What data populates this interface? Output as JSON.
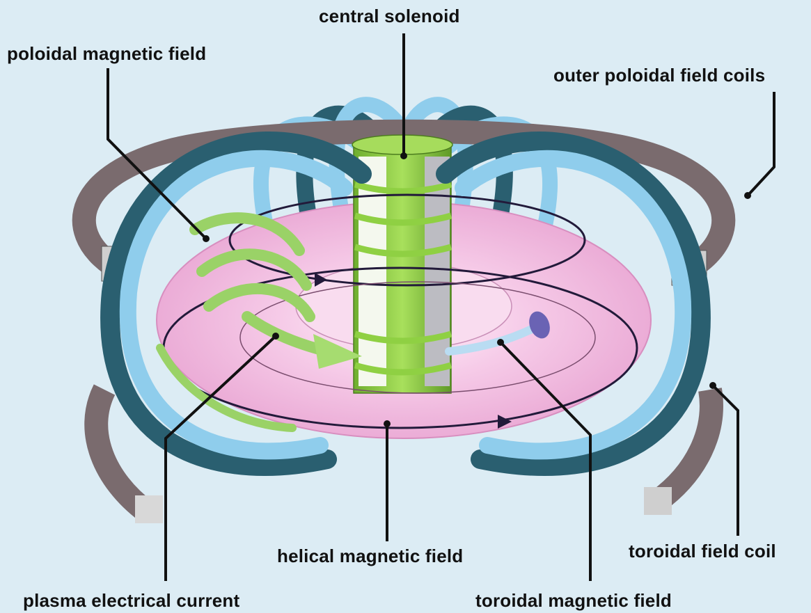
{
  "labels": {
    "central_solenoid": "central solenoid",
    "poloidal_magnetic_field": "poloidal magnetic field",
    "outer_poloidal_field_coils": "outer poloidal field coils",
    "helical_magnetic_field": "helical magnetic field",
    "toroidal_field_coil": "toroidal field coil",
    "plasma_electrical_current": "plasma electrical current",
    "toroidal_magnetic_field": "toroidal magnetic field"
  },
  "colors": {
    "background": "#dcecf4",
    "toroidal_coil_light": "#8fcdec",
    "toroidal_coil_dark": "#2a5f70",
    "poloidal_coil": "#7a6b6e",
    "plasma_torus": "#f0b8dc",
    "central_solenoid": "#8fcc4a",
    "poloidal_arrow": "#9ad267",
    "field_line": "#221a3a",
    "leader_line": "#111111"
  }
}
